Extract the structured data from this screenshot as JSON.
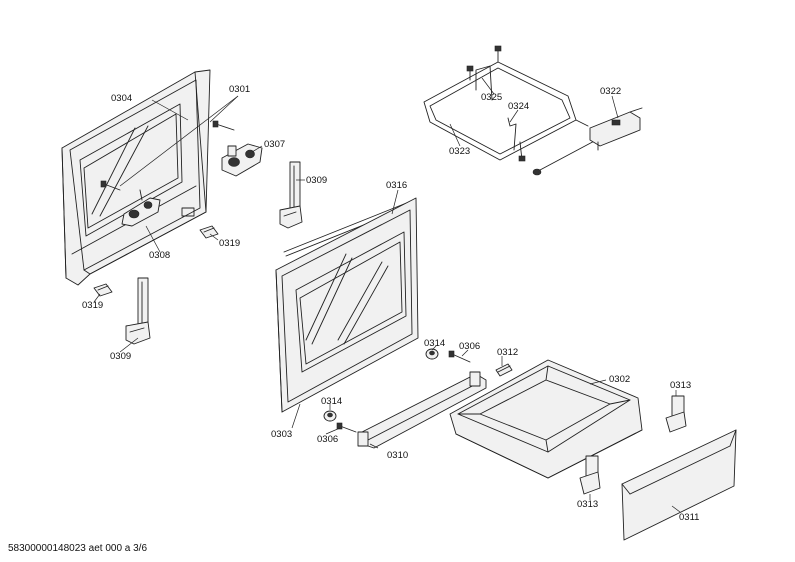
{
  "labels": {
    "p0304": "0304",
    "p0301": "0301",
    "p0307": "0307",
    "p0309a": "0309",
    "p0309b": "0309",
    "p0308": "0308",
    "p0319a": "0319",
    "p0319b": "0319",
    "p0316": "0316",
    "p0325": "0325",
    "p0324": "0324",
    "p0323": "0323",
    "p0322": "0322",
    "p0314a": "0314",
    "p0314b": "0314",
    "p0306a": "0306",
    "p0306b": "0306",
    "p0312": "0312",
    "p0302": "0302",
    "p0313a": "0313",
    "p0313b": "0313",
    "p0303": "0303",
    "p0310": "0310",
    "p0311": "0311"
  },
  "footer": "58300000148023 aet 000 a 3/6"
}
